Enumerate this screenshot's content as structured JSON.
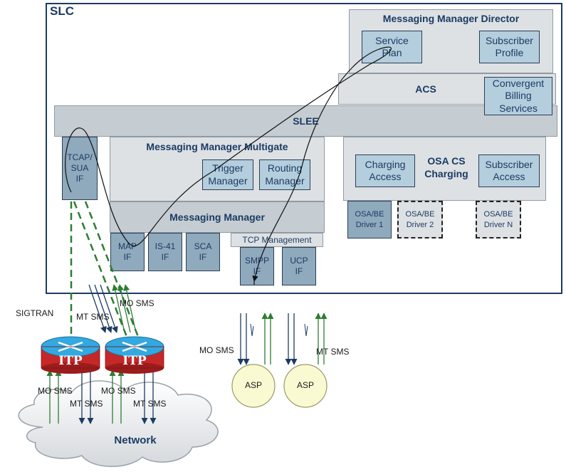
{
  "slc": {
    "title": "SLC"
  },
  "mmd": {
    "title": "Messaging Manager Director",
    "service_plan": "Service\nPlan",
    "subscriber_profile": "Subscriber\nProfile"
  },
  "acs": {
    "title": "ACS",
    "cbs": "Convergent\nBilling\nServices"
  },
  "slee": {
    "title": "SLEE"
  },
  "tcap": "TCAP/\nSUA\nIF",
  "mmm": {
    "title": "Messaging Manager Multigate",
    "trigger": "Trigger\nManager",
    "routing": "Routing\nManager"
  },
  "mm": {
    "title": "Messaging Manager"
  },
  "map_if": "MAP\nIF",
  "is41_if": "IS-41\nIF",
  "sca_if": "SCA\nIF",
  "tcp": {
    "title": "TCP Management",
    "smpp": "SMPP\nIF",
    "ucp": "UCP\nIF"
  },
  "osa": {
    "title": "OSA CS\nCharging",
    "charging": "Charging\nAccess",
    "subscriber": "Subscriber\nAccess",
    "drivers": [
      "OSA/BE\nDriver 1",
      "OSA/BE\nDriver 2",
      "OSA/BE\nDriver N"
    ]
  },
  "labels": {
    "sigtran": "SIGTRAN",
    "mt_sms": "MT SMS",
    "mo_sms": "MO SMS",
    "itp": "ITP",
    "asp": "ASP",
    "network": "Network"
  },
  "colors": {
    "navy": "#1c3b63",
    "green": "#2e7d32",
    "itp_red": "#c62828",
    "itp_cyan": "#33a9e0",
    "asp_fill": "#fafad2"
  }
}
